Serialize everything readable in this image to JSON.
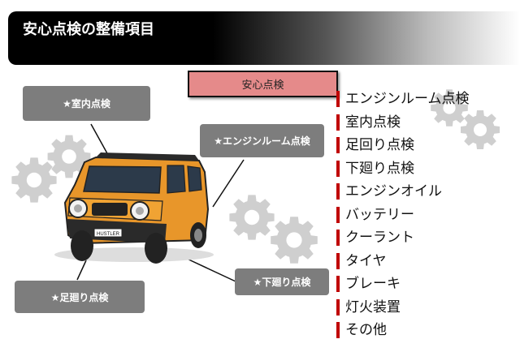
{
  "title": "安心点検の整備項目",
  "section_label": "安心点検",
  "callouts": {
    "interior": "★室内点検",
    "engine_room": "★エンジンルーム点検",
    "underbody": "★下廻り点検",
    "suspension": "★足廻り点検"
  },
  "car": {
    "badge": "HUSTLER",
    "body_color": "#e8962a"
  },
  "items": [
    "エンジンルーム点検",
    "室内点検",
    "足回り点検",
    "下廻り点検",
    "エンジンオイル",
    "バッテリー",
    "クーラント",
    "タイヤ",
    "ブレーキ",
    "灯火装置",
    "その他"
  ],
  "colors": {
    "accent_red": "#c00000",
    "section_fill": "#e58a8a",
    "callout_gray": "#7d7d7d",
    "gear_gray": "#cfcfcf"
  }
}
